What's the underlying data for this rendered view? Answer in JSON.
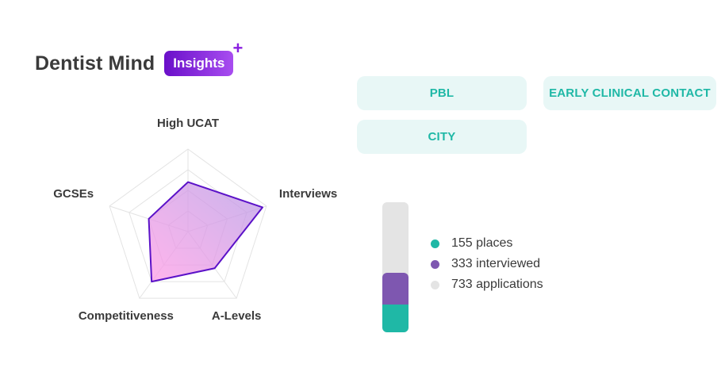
{
  "brand": {
    "name": "Dentist Mind",
    "badge": "Insights",
    "plus": "+"
  },
  "tags": [
    "PBL",
    "EARLY CLINICAL CONTACT",
    "CITY"
  ],
  "colors": {
    "teal": "#1fb8a6",
    "purple": "#7e57b0",
    "grey": "#e4e4e4",
    "radar_stroke": "#5b12c8"
  },
  "chart_data": [
    {
      "type": "radar",
      "axes": [
        "High UCAT",
        "Interviews",
        "A-Levels",
        "Competitiveness",
        "GCSEs"
      ],
      "values": [
        0.6,
        0.95,
        0.55,
        0.75,
        0.5
      ],
      "range": [
        0,
        1
      ],
      "levels": 4,
      "grid": true
    },
    {
      "type": "bar",
      "stacked": true,
      "series": [
        {
          "label": "155 places",
          "value": 155,
          "color": "#1fb8a6"
        },
        {
          "label": "333 interviewed",
          "value": 333,
          "color": "#7e57b0"
        },
        {
          "label": "733 applications",
          "value": 733,
          "color": "#e4e4e4"
        }
      ],
      "legend": "right"
    }
  ]
}
